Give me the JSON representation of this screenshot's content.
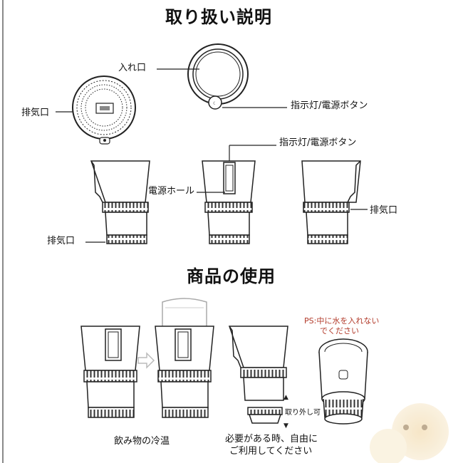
{
  "sections": {
    "instructions_title": "取り扱い説明",
    "usage_title": "商品の使用"
  },
  "labels": {
    "inlet": "入れ口",
    "exhaust_top": "排気口",
    "indicator_top": "指示灯/電源ボタン",
    "indicator_mid": "指示灯/電源ボタン",
    "power_hole": "電源ホール",
    "exhaust_right": "排気口",
    "exhaust_left": "排気口",
    "removable": "取り外し可",
    "cooling_warming": "飲み物の冷温",
    "use_freely_line1": "必要がある時、自由に",
    "use_freely_line2": "ご利用してください"
  },
  "notes": {
    "ps_line1": "PS:中に水を入れない",
    "ps_line2": "でください"
  },
  "colors": {
    "outline": "#222222",
    "accent_note": "#b23a2a",
    "frame": "#8a8a8a"
  }
}
